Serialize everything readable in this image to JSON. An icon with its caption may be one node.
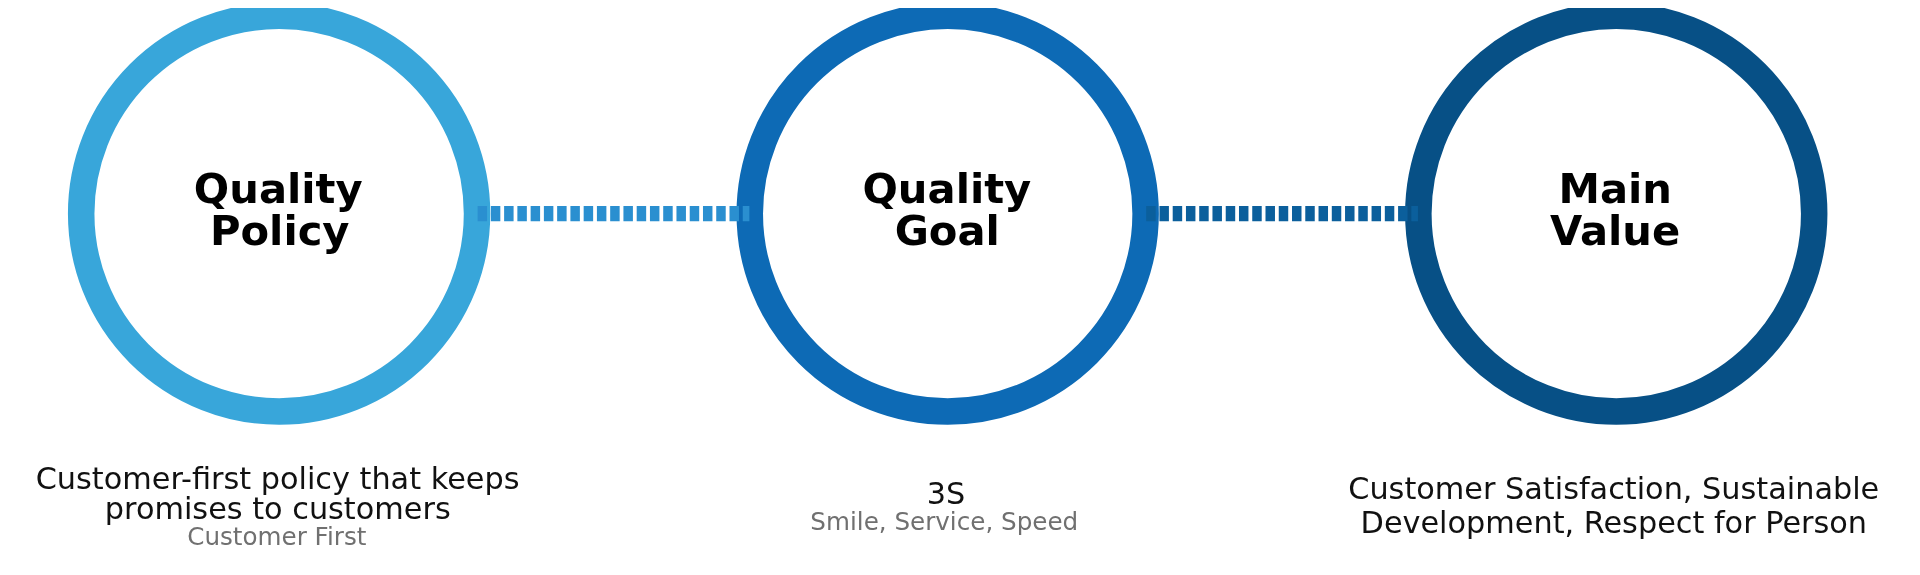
{
  "diagram": {
    "nodes": [
      {
        "text": [
          "Quality Policy"
        ],
        "beside": [
          "Customer-first policy that keeps promises to customers",
          "Customer First"
        ]
      },
      {
        "text": [
          "Quality Goal"
        ],
        "beside": [
          "3S",
          "Smile, Service, Speed"
        ]
      },
      {
        "text": [
          "Main Value"
        ],
        "beside": [
          "Customer Satisfaction, Sustainable Development, Respect for Person"
        ]
      }
    ],
    "edges": [
      {
        "from": 0,
        "to": 1,
        "arrow": "none",
        "style": "dashed",
        "color": "#2a8fd0"
      },
      {
        "from": 1,
        "to": 2,
        "arrow": "none",
        "style": "dashed",
        "color": "#0b5f9c"
      }
    ]
  }
}
